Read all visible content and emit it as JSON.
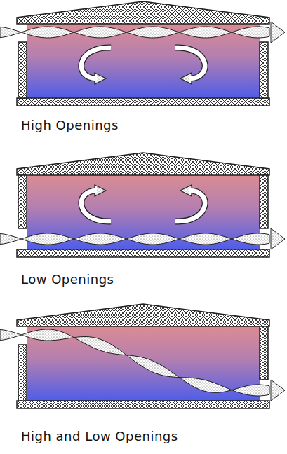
{
  "diagram": {
    "labels": [
      "High Openings",
      "Low Openings",
      "High and Low Openings"
    ]
  }
}
